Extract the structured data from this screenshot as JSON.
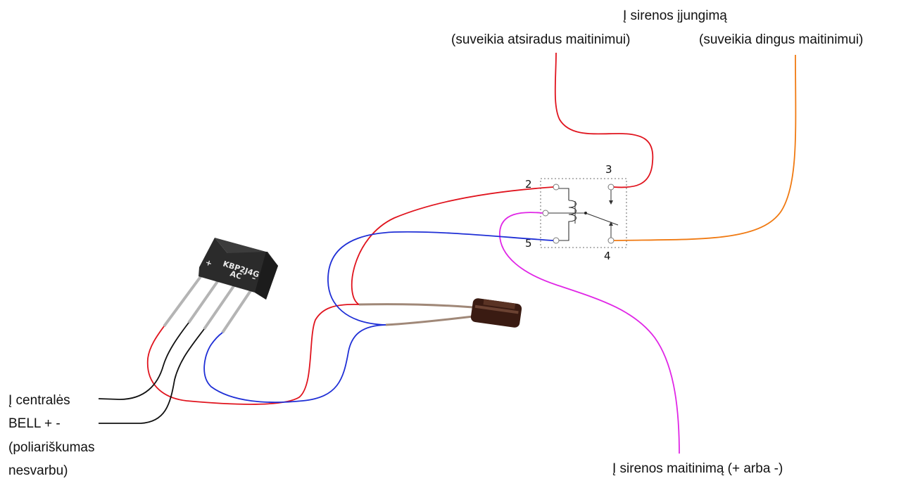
{
  "labels": {
    "siren_trigger_title": "Į sirenos įjungimą",
    "on_power_appear": "(suveikia atsiradus maitinimui)",
    "on_power_loss": "(suveikia dingus maitinimui)",
    "central_line1": "Į centralės",
    "central_line2": "BELL + -",
    "central_line3": "(poliariškumas",
    "central_line4": "nesvarbu)",
    "siren_power": "Į sirenos maitinimą (+ arba -)"
  },
  "relay": {
    "pins": {
      "p2": "2",
      "p3": "3",
      "p4": "4",
      "p5": "5"
    }
  },
  "bridge_rectifier": {
    "marking_line1": "KBP2J4G",
    "marking_line2": "AC",
    "plus_sign": "+",
    "minus_sign": "–"
  },
  "colors": {
    "red_wire": "#e0141e",
    "blue_wire": "#1f2fd6",
    "black_wire": "#111111",
    "orange_wire": "#f07a12",
    "magenta_wire": "#e026e6",
    "capacitor_lead": "#a08878",
    "relay_box": "#888888"
  }
}
